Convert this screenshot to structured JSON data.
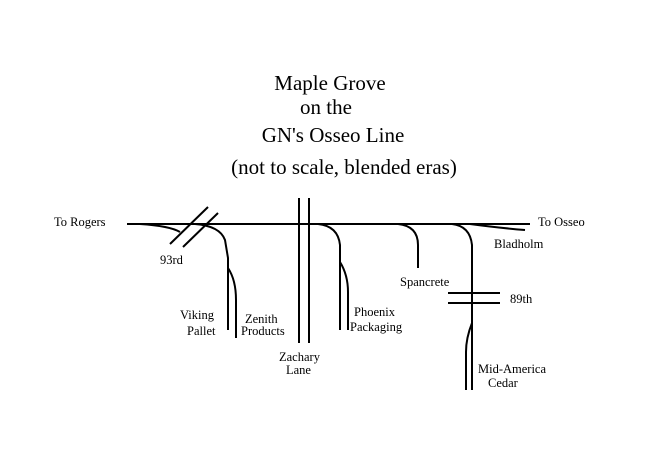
{
  "title_lines": [
    "Maple Grove",
    "on the",
    "GN's Osseo Line",
    "(not to scale, blended eras)"
  ],
  "labels": {
    "to_rogers": "To Rogers",
    "to_osseo": "To Osseo",
    "street_93rd": "93rd",
    "viking_pallet_1": "Viking",
    "viking_pallet_2": "Pallet",
    "zenith_products_1": "Zenith",
    "zenith_products_2": "Products",
    "zachary_lane_1": "Zachary",
    "zachary_lane_2": "Lane",
    "phoenix_packaging_1": "Phoenix",
    "phoenix_packaging_2": "Packaging",
    "spancrete": "Spancrete",
    "street_89th": "89th",
    "bladholm": "Bladholm",
    "mid_america_cedar_1": "Mid-America",
    "mid_america_cedar_2": "Cedar"
  },
  "colors": {
    "ink": "#000000",
    "background": "#ffffff"
  }
}
